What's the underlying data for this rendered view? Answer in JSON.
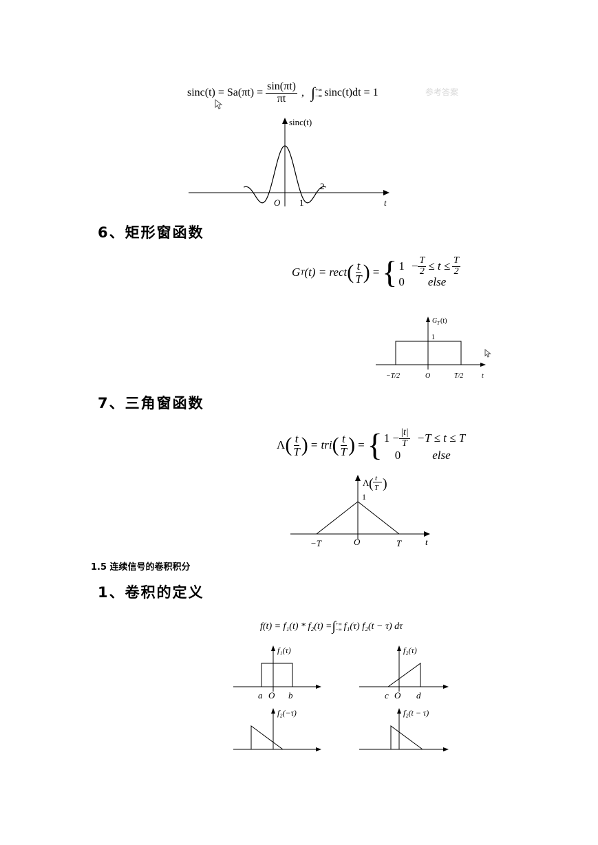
{
  "sinc": {
    "formula_lhs": "sinc(t) = Sa(πt) =",
    "frac_num": "sin(πt)",
    "frac_den": "πt",
    "sep": ",",
    "int_upper": "+∞",
    "int_lower": "−∞",
    "integrand": "sinc(t)dt = 1",
    "watermark": "参考答案",
    "plot": {
      "axis_y_label": "sinc(t)",
      "axis_x_label": "t",
      "origin_label": "O",
      "tick_1": "1",
      "tick_2": "2"
    }
  },
  "section6": {
    "heading": "6、矩形窗函数",
    "formula_lhs": "G",
    "formula_sub": "T",
    "formula_mid": "(t) = rect",
    "frac_num": "t",
    "frac_den": "T",
    "case1_value": "1",
    "case1_cond_left": "−",
    "case1_cond_mid": "≤ t ≤",
    "case_T": "T",
    "case_2": "2",
    "case2_value": "0",
    "case2_cond": "else",
    "plot": {
      "y_label": "G",
      "y_sub": "T",
      "y_arg": "(t)",
      "height_label": "1",
      "left_label": "−T/2",
      "origin_label": "O",
      "right_label": "T/2",
      "x_label": "t"
    }
  },
  "section7": {
    "heading": "7、三角窗函数",
    "formula_lambda": "Λ",
    "frac_num": "t",
    "frac_den": "T",
    "formula_tri": "= tri",
    "case1_value": "1 −",
    "case1_abs_num": "|t|",
    "case1_abs_den": "T",
    "case1_cond": "−T ≤ t ≤ T",
    "case2_value": "0",
    "case2_cond": "else",
    "plot": {
      "y_label": "Λ",
      "y_frac_num": "t",
      "y_frac_den": "T",
      "peak_label": "1",
      "left_label": "−T",
      "origin_label": "O",
      "right_label": "T",
      "x_label": "t"
    }
  },
  "section15": {
    "title": "1.5 连续信号的卷积积分"
  },
  "section1": {
    "heading": "1、卷积的定义",
    "formula": "f(t) = f₁(t) * f₂(t) = ",
    "int_upper": "+∞",
    "int_lower": "−∞",
    "integrand": "f₁(τ) f₂(t − τ) dτ",
    "plots": {
      "p1_label": "f₁(τ)",
      "p1_a": "a",
      "p1_o": "O",
      "p1_b": "b",
      "p2_label": "f₂(τ)",
      "p2_c": "c",
      "p2_o": "O",
      "p2_d": "d",
      "p3_label": "f₂(−τ)",
      "p4_label": "f₂(t − τ)"
    }
  }
}
